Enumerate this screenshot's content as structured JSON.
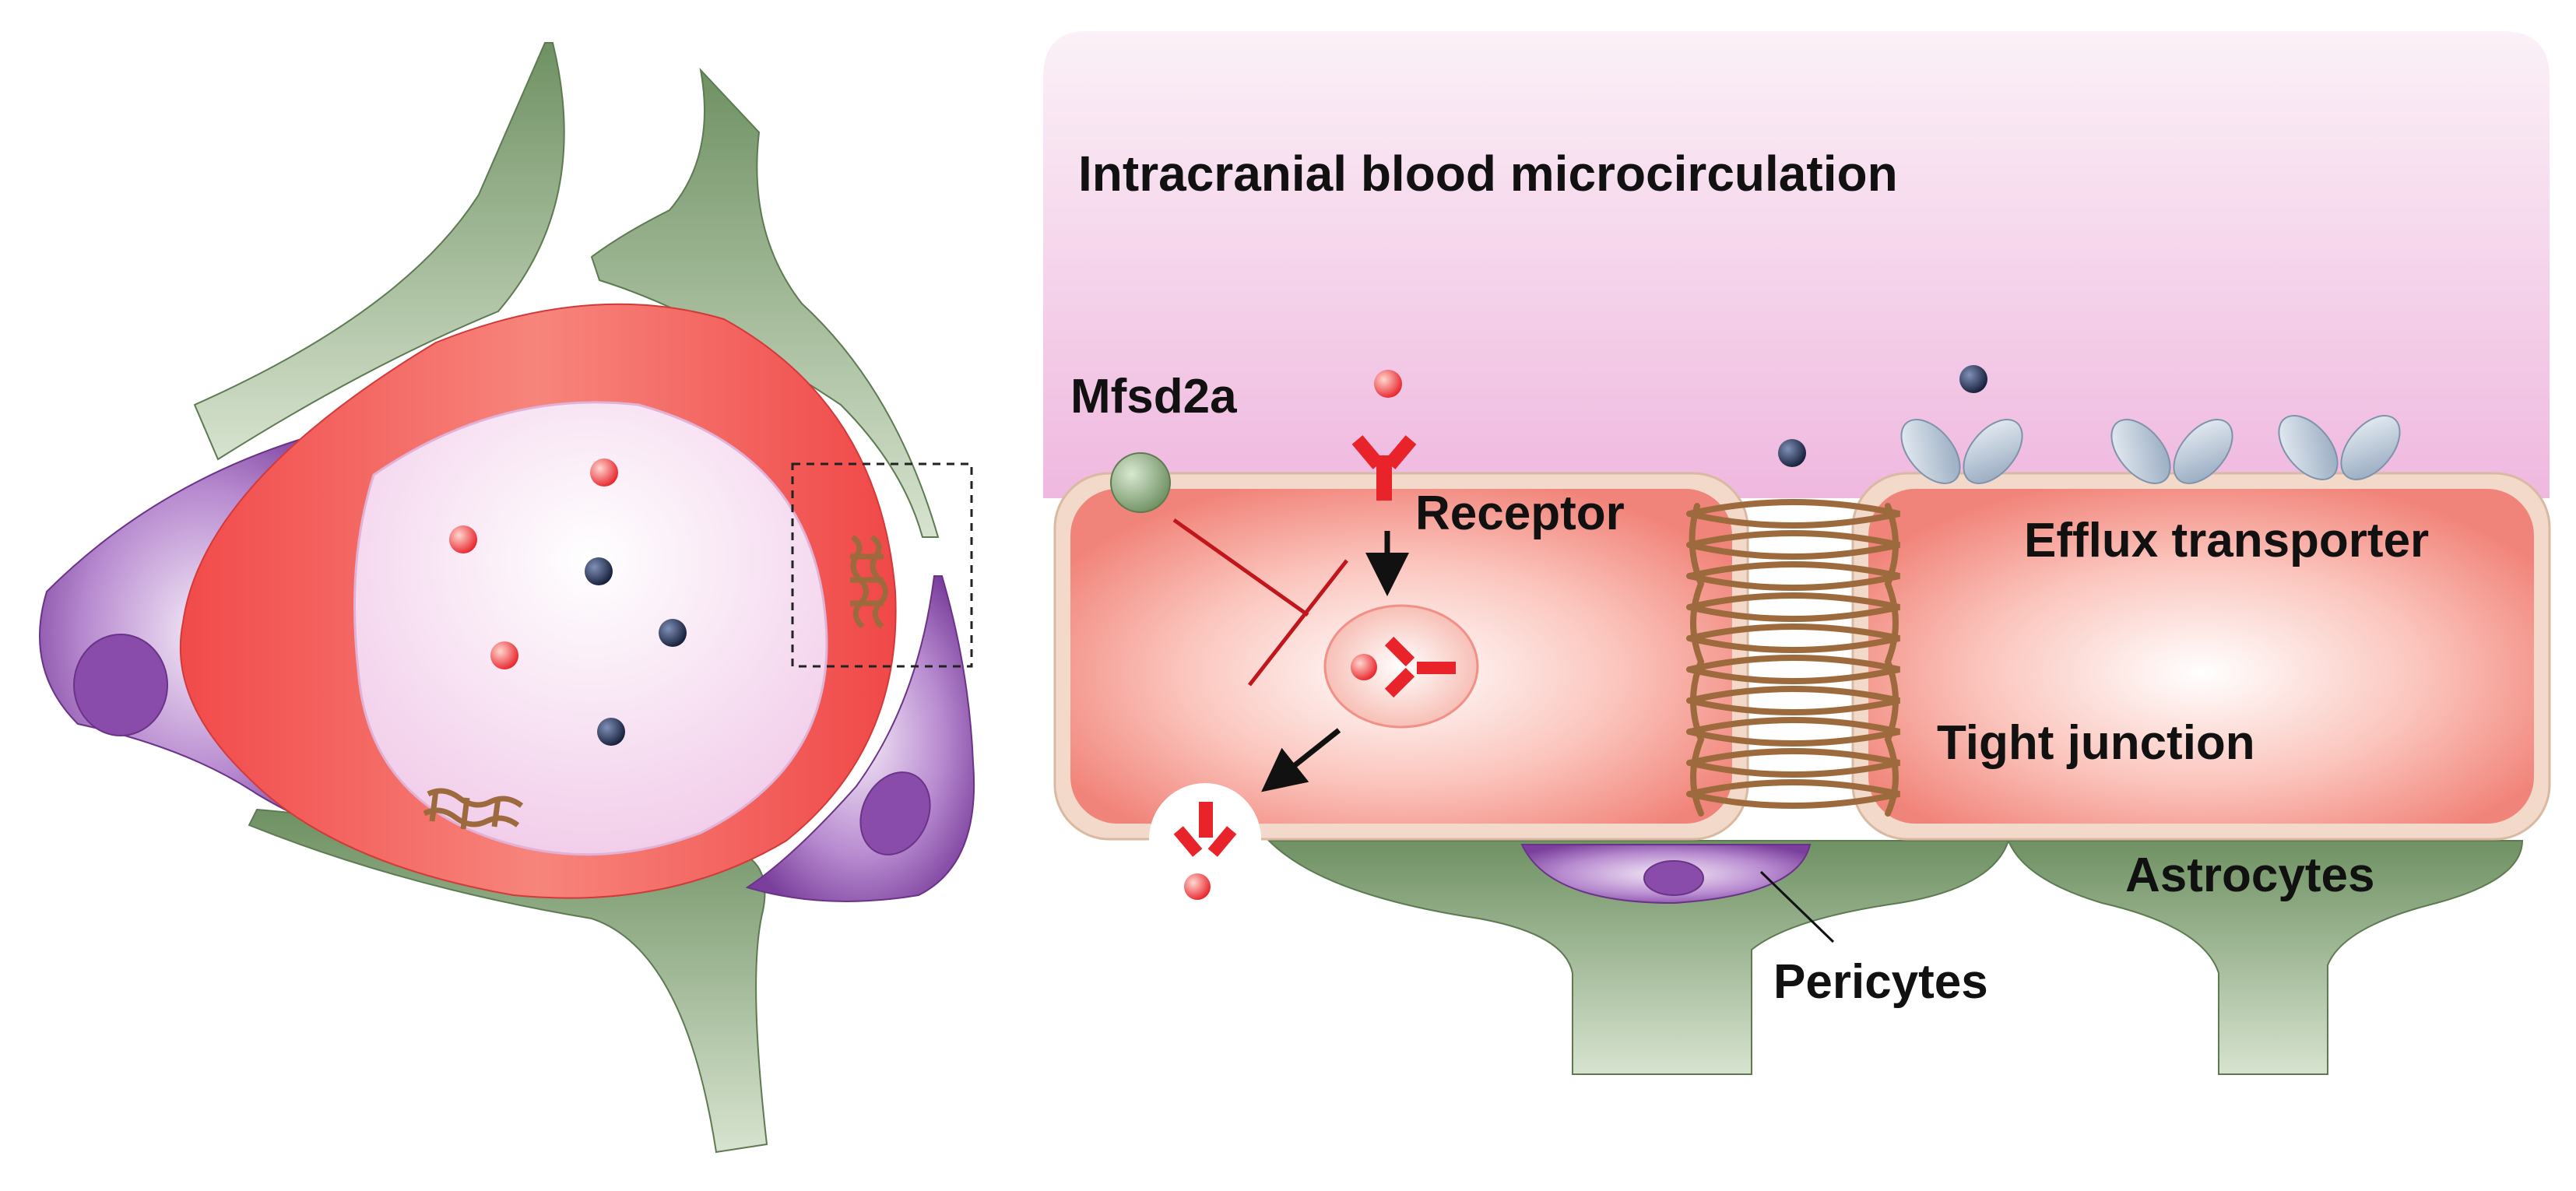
{
  "labels": {
    "blood": "Intracranial blood microcirculation",
    "mfsd2a": "Mfsd2a",
    "receptor": "Receptor",
    "efflux": "Efflux transporter",
    "tight_junction": "Tight junction",
    "astrocytes": "Astrocytes",
    "pericytes": "Pericytes"
  },
  "colors": {
    "endothelium": "#f26a63",
    "lumen": "#f7d8ee",
    "astrocyte": "#7e9f78",
    "pericyte": "#7a3f9c",
    "tight_junction": "#9c6a3c",
    "ligand_red": "#e8232a",
    "ligand_navy": "#1d2a47",
    "mfsd2a": "#7f9f74",
    "efflux": "#9fb3c9"
  }
}
